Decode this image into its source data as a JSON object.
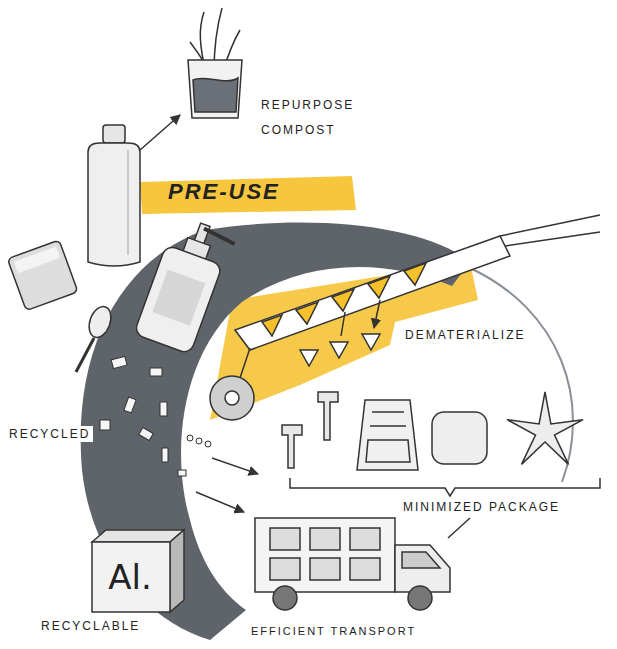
{
  "diagram": {
    "nodes": [
      {
        "text": [
          "Al."
        ]
      }
    ],
    "labels": [
      "REPURPOSE COMPOST",
      "PRE-USE",
      "DEMATERIALIZE",
      "RECYCLED",
      "MINIMIZED PACKAGE",
      "RECYCLABLE",
      "EFFICIENT TRANSPORT"
    ]
  }
}
